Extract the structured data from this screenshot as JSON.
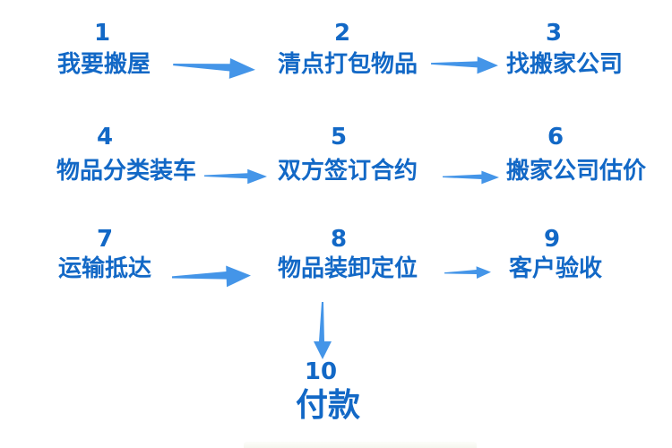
{
  "diagram": {
    "type": "flowchart",
    "steps": [
      {
        "number": "1",
        "label": "我要搬屋"
      },
      {
        "number": "2",
        "label": "清点打包物品"
      },
      {
        "number": "3",
        "label": "找搬家公司"
      },
      {
        "number": "4",
        "label": "物品分类装车"
      },
      {
        "number": "5",
        "label": "双方签订合约"
      },
      {
        "number": "6",
        "label": "搬家公司估价"
      },
      {
        "number": "7",
        "label": "运输抵达"
      },
      {
        "number": "8",
        "label": "物品装卸定位"
      },
      {
        "number": "9",
        "label": "客户验收"
      },
      {
        "number": "10",
        "label": "付款"
      }
    ],
    "connections": [
      {
        "from": "1",
        "to": "2",
        "direction": "right"
      },
      {
        "from": "2",
        "to": "3",
        "direction": "right"
      },
      {
        "from": "4",
        "to": "5",
        "direction": "right"
      },
      {
        "from": "5",
        "to": "6",
        "direction": "right"
      },
      {
        "from": "7",
        "to": "8",
        "direction": "right"
      },
      {
        "from": "8",
        "to": "9",
        "direction": "right"
      },
      {
        "from": "8",
        "to": "10",
        "direction": "down"
      }
    ],
    "colors": {
      "text_blue": "#1268c6",
      "arrow_blue": "#4495e8",
      "background": "#ffffff"
    }
  }
}
